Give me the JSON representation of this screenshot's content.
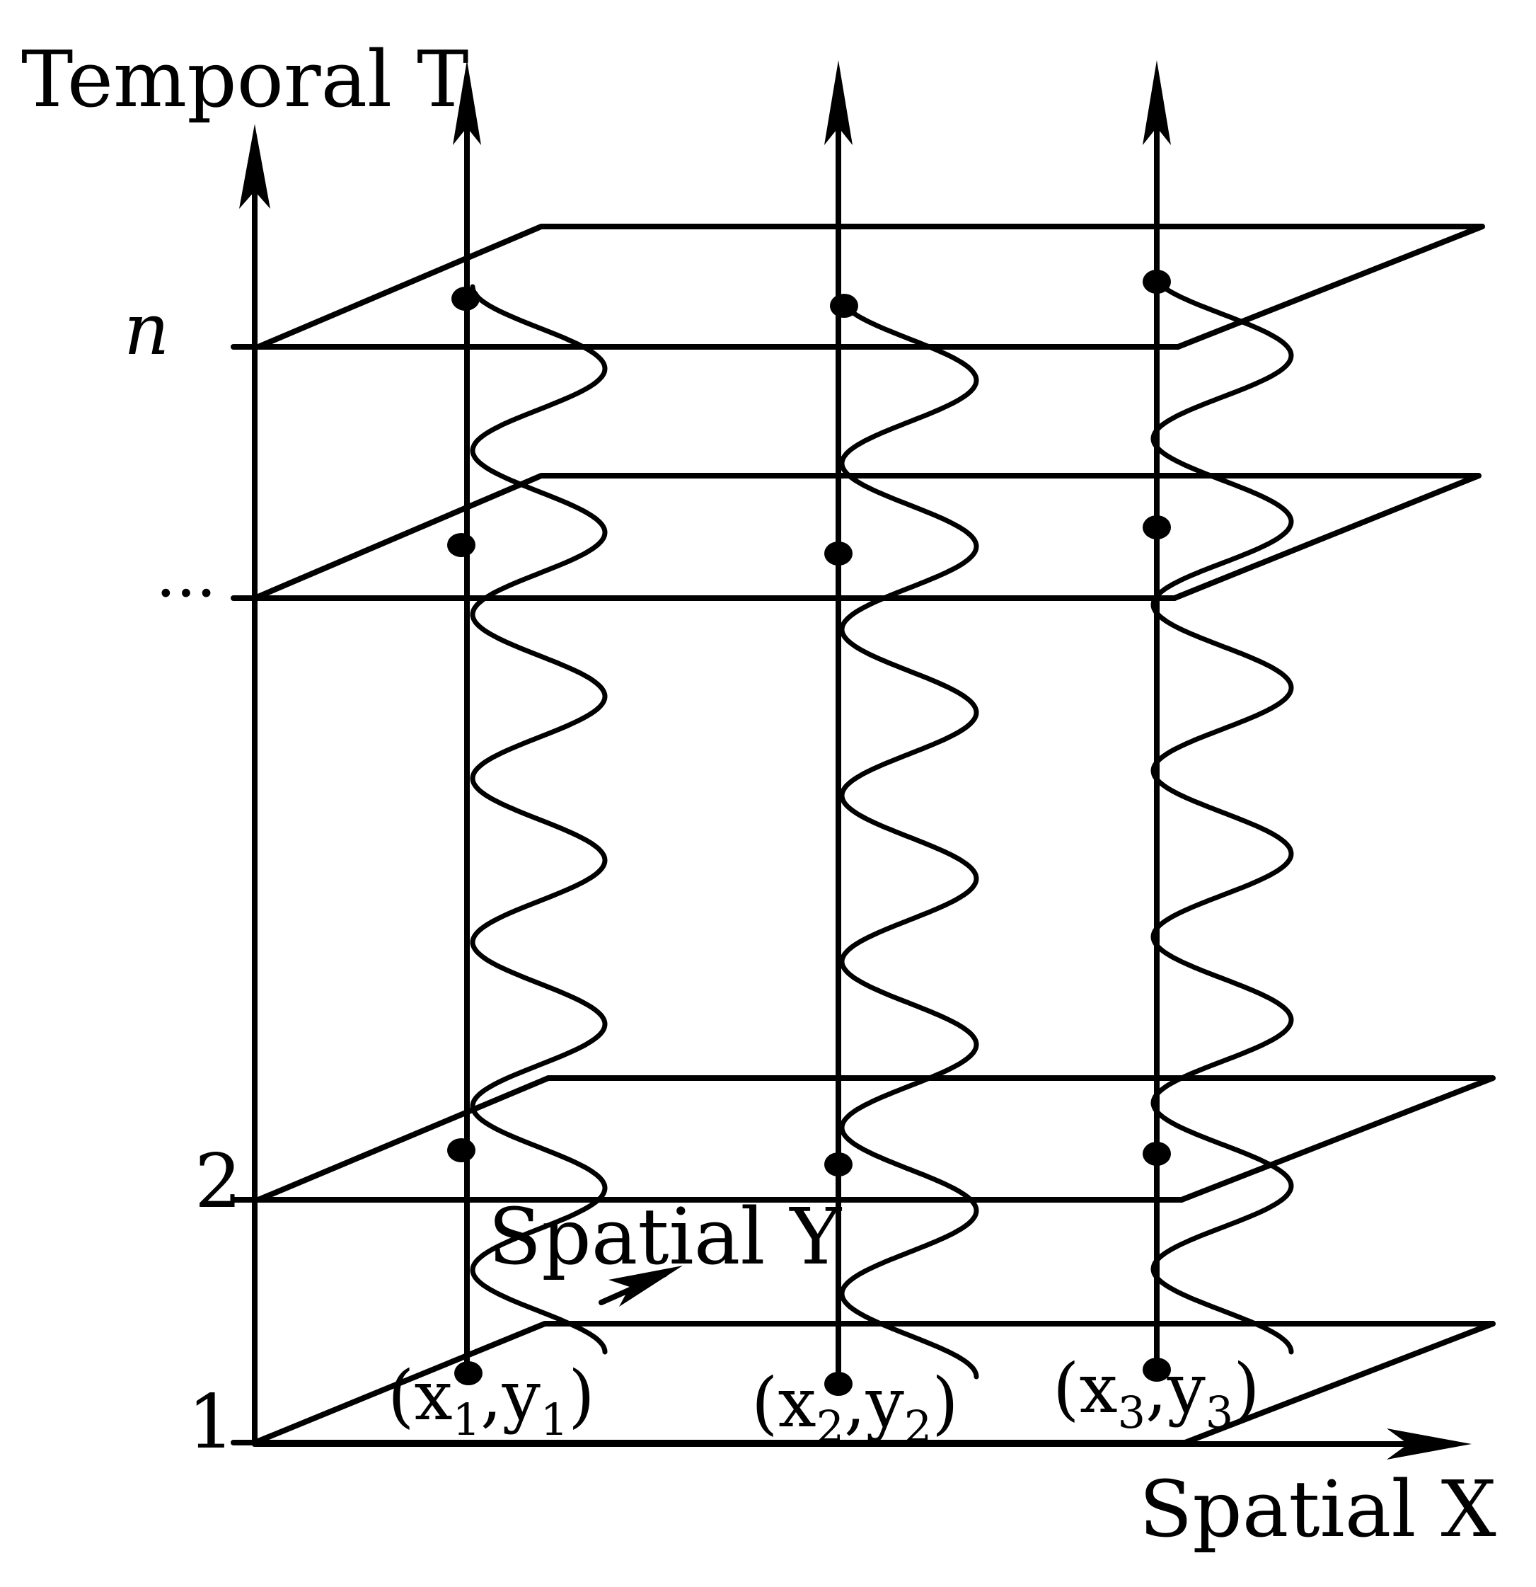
{
  "axes": {
    "temporal": "Temporal T",
    "spatial_x": "Spatial X",
    "spatial_y": "Spatial Y"
  },
  "time_labels": {
    "t1": "1",
    "t2": "2",
    "ellipsis": "...",
    "tn": "n"
  },
  "points": [
    {
      "x": "x",
      "x_sub": "1",
      "y": "y",
      "y_sub": "1"
    },
    {
      "x": "x",
      "x_sub": "2",
      "y": "y",
      "y_sub": "2"
    },
    {
      "x": "x",
      "x_sub": "3",
      "y": "y",
      "y_sub": "3"
    }
  ],
  "colors": {
    "stroke": "#000000",
    "background": "#ffffff"
  }
}
